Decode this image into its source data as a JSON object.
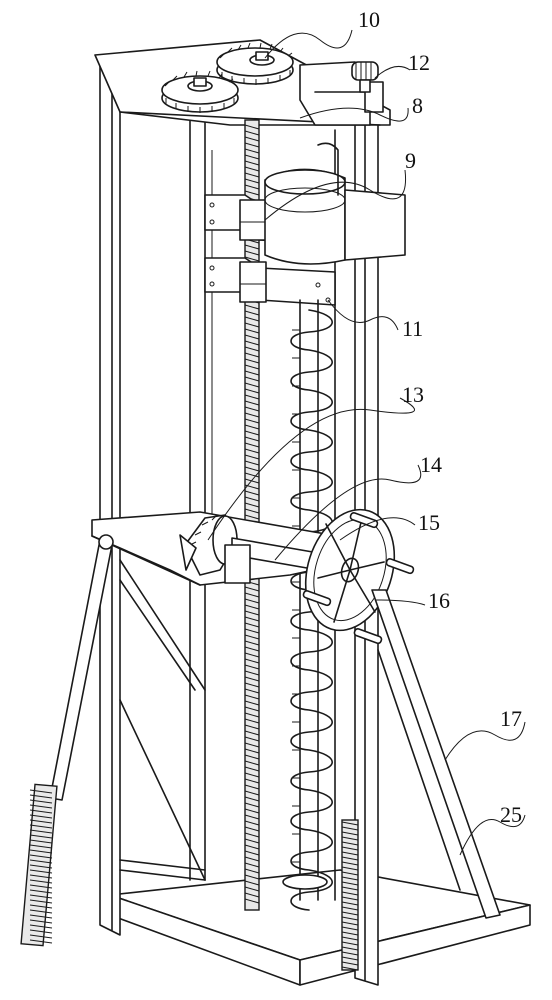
{
  "callouts": [
    {
      "id": "c10",
      "label": "10"
    },
    {
      "id": "c12",
      "label": "12"
    },
    {
      "id": "c8",
      "label": "8"
    },
    {
      "id": "c9",
      "label": "9"
    },
    {
      "id": "c11",
      "label": "11"
    },
    {
      "id": "c13",
      "label": "13"
    },
    {
      "id": "c14",
      "label": "14"
    },
    {
      "id": "c15",
      "label": "15"
    },
    {
      "id": "c16",
      "label": "16"
    },
    {
      "id": "c17",
      "label": "17"
    },
    {
      "id": "c25",
      "label": "25"
    }
  ]
}
